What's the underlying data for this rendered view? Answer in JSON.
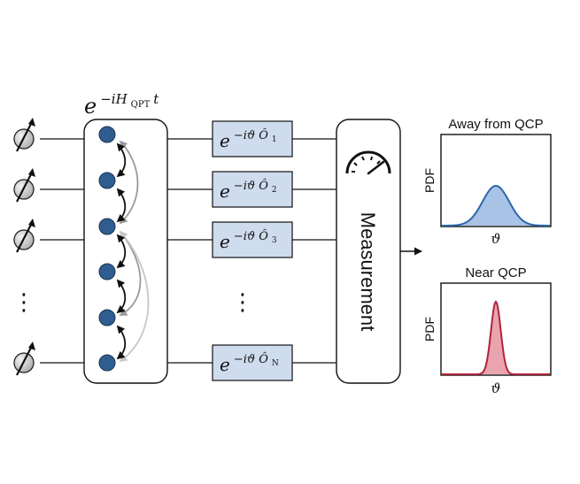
{
  "evolution_label": {
    "base": "e",
    "exp_prefix": "−iH",
    "exp_sub": "QPT",
    "exp_suffix": "t"
  },
  "gates": [
    {
      "prefix": "−iϑ",
      "op": "Ô",
      "sub": "1"
    },
    {
      "prefix": "−iϑ",
      "op": "Ô",
      "sub": "2"
    },
    {
      "prefix": "−iϑ",
      "op": "Ô",
      "sub": "3"
    },
    {
      "prefix": "−iϑ",
      "op": "Ô",
      "sub": "N"
    }
  ],
  "gate_base": "e",
  "ellipsis": "⋮",
  "measurement_label": "Measurement",
  "plots": [
    {
      "title": "Away from QCP",
      "ylabel": "PDF",
      "xlabel": "ϑ",
      "color": "#2e66ab",
      "fill": "#a9c3e6"
    },
    {
      "title": "Near QCP",
      "ylabel": "PDF",
      "xlabel": "ϑ",
      "color": "#b0243c",
      "fill": "#e9a4b0"
    }
  ],
  "colors": {
    "node": "#2f5d8f",
    "gate_fill": "#cfdcee",
    "spin": "#c8c8c8"
  },
  "icons": {
    "spin": "spin-arrow-icon",
    "gauge": "gauge-icon",
    "output_arrow": "arrow-right-icon"
  }
}
